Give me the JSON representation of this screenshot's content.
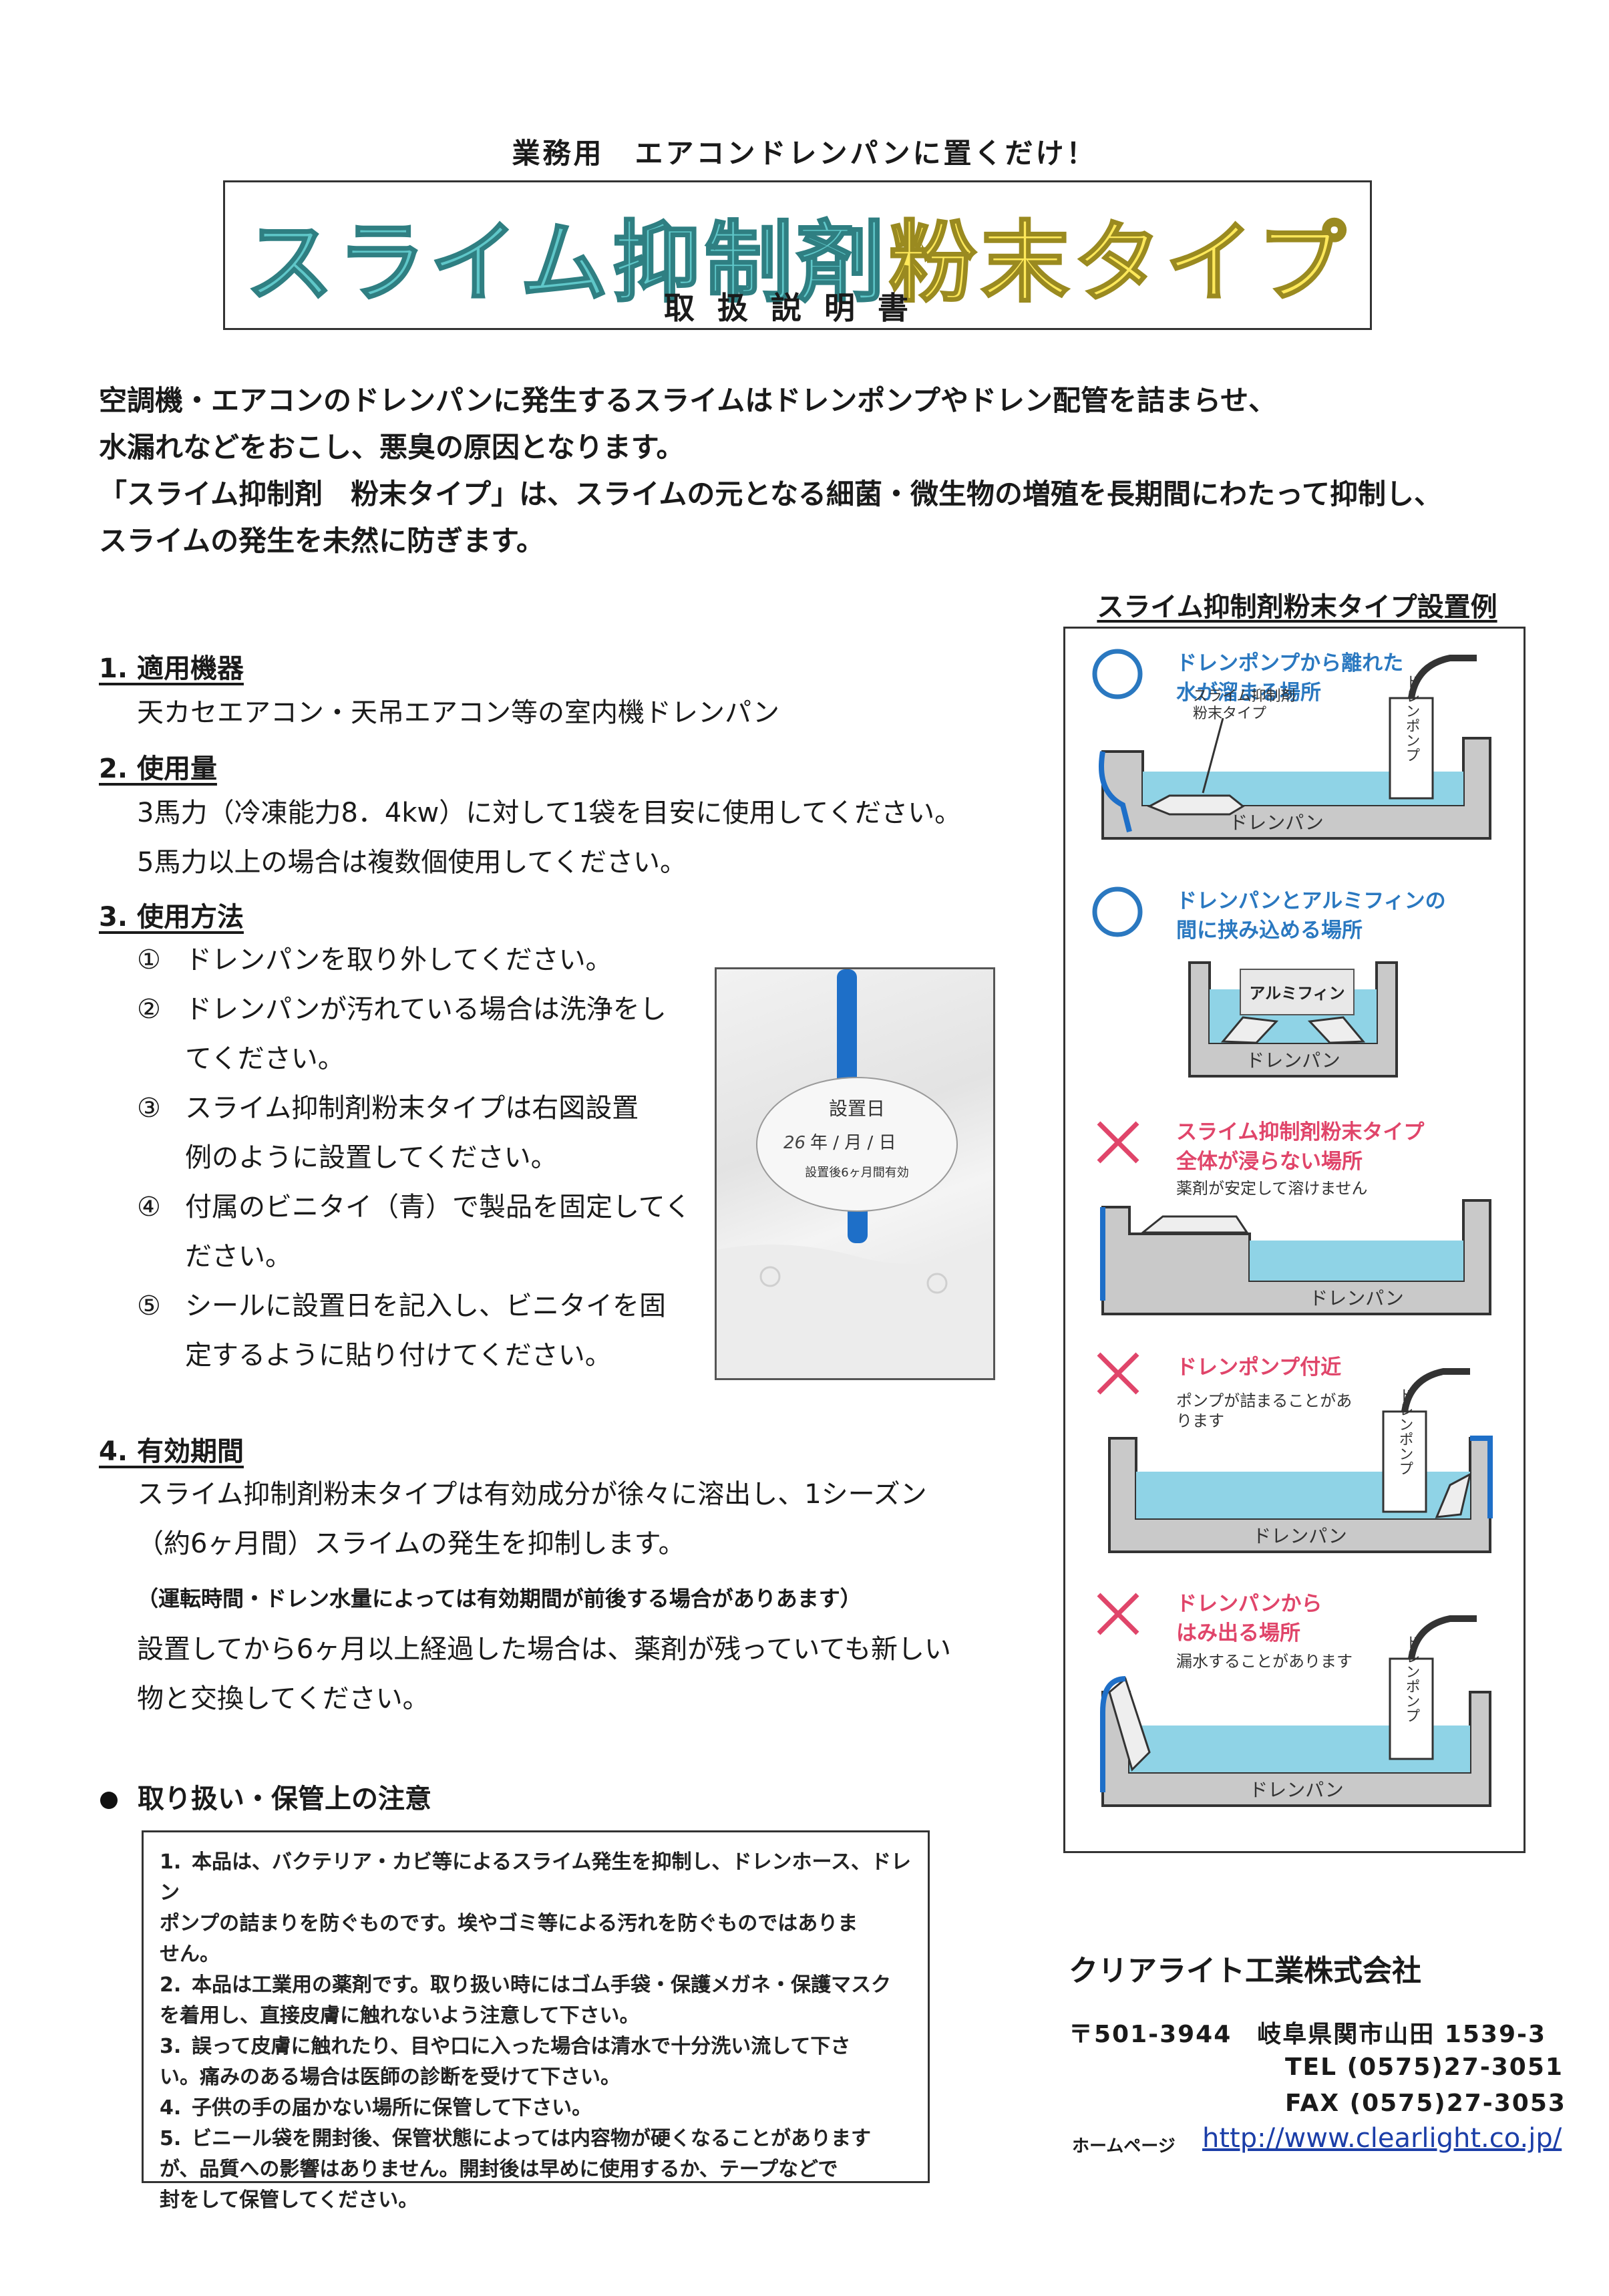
{
  "header": {
    "tagline": "業務用　エアコンドレンパンに置くだけ！",
    "title_part1": "スライム抑制剤",
    "title_part2": "粉末タイプ",
    "subtitle": "取扱説明書"
  },
  "intro": {
    "lines": [
      "空調機・エアコンのドレンパンに発生するスライムはドレンポンプやドレン配管を詰まらせ、",
      "水漏れなどをおこし、悪臭の原因となります。",
      "「スライム抑制剤　粉末タイプ」は、スライムの元となる細菌・微生物の増殖を長期間にわたって抑制し、",
      "スライムの発生を未然に防ぎます。"
    ]
  },
  "section1": {
    "heading": "1. 適用機器",
    "text": "天カセエアコン・天吊エアコン等の室内機ドレンパン"
  },
  "section2": {
    "heading": "2. 使用量",
    "lines": [
      "3馬力（冷凍能力8．4kw）に対して1袋を目安に使用してください。",
      "5馬力以上の場合は複数個使用してください。"
    ]
  },
  "section3": {
    "heading": "3. 使用方法",
    "steps": [
      {
        "num": "①",
        "lines": [
          "ドレンパンを取り外してください。"
        ]
      },
      {
        "num": "②",
        "lines": [
          "ドレンパンが汚れている場合は洗浄をし",
          "てください。"
        ]
      },
      {
        "num": "③",
        "lines": [
          "スライム抑制剤粉末タイプは右図設置",
          "例のように設置してください。"
        ]
      },
      {
        "num": "④",
        "lines": [
          "付属のビニタイ（青）で製品を固定してく",
          "ださい。"
        ]
      },
      {
        "num": "⑤",
        "lines": [
          "シールに設置日を記入し、ビニタイを固",
          "定するように貼り付けてください。"
        ]
      }
    ]
  },
  "photo": {
    "label": "設置日",
    "date_year": "26",
    "date_line": "年 / 月 / 日",
    "validity": "設置後6ヶ月間有効"
  },
  "section4": {
    "heading": "4. 有効期間",
    "lines": [
      "スライム抑制剤粉末タイプは有効成分が徐々に溶出し、1シーズン",
      "（約6ヶ月間）スライムの発生を抑制します。"
    ],
    "note": "（運転時間・ドレン水量によっては有効期間が前後する場合がありあます）",
    "lines2": [
      "設置してから6ヶ月以上経過した場合は、薬剤が残っていても新しい",
      "物と交換してください。"
    ]
  },
  "caution": {
    "heading": "取り扱い・保管上の注意",
    "items": [
      {
        "n": "1.",
        "lines": [
          "本品は、バクテリア・カビ等によるスライム発生を抑制し、ドレンホース、ドレン",
          "ポンプの詰まりを防ぐものです。埃やゴミ等による汚れを防ぐものではありま",
          "せん。"
        ]
      },
      {
        "n": "2.",
        "lines": [
          "本品は工業用の薬剤です。取り扱い時にはゴム手袋・保護メガネ・保護マスク",
          "を着用し、直接皮膚に触れないよう注意して下さい。"
        ]
      },
      {
        "n": "3.",
        "lines": [
          "誤って皮膚に触れたり、目や口に入った場合は清水で十分洗い流して下さ",
          "い。痛みのある場合は医師の診断を受けて下さい。"
        ]
      },
      {
        "n": "4.",
        "lines": [
          "子供の手の届かない場所に保管して下さい。"
        ]
      },
      {
        "n": "5.",
        "lines": [
          "ビニール袋を開封後、保管状態によっては内容物が硬くなることがあります",
          "が、品質への影響はありません。開封後は早めに使用するか、テープなどで",
          "封をして保管してください。"
        ]
      }
    ]
  },
  "diagram": {
    "title": "スライム抑制剤粉末タイプ設置例",
    "panels": [
      {
        "mark": "○",
        "label_lines": [
          "ドレンポンプから離れた",
          "水が溜まる場所"
        ],
        "product_label": [
          "スライム抑制剤",
          "粉末タイプ"
        ],
        "pan": "ドレンパン",
        "pump": "ドレンポンプ"
      },
      {
        "mark": "○",
        "label_lines": [
          "ドレンパンとアルミフィンの",
          "間に挟み込める場所"
        ],
        "fin": "アルミフィン",
        "pan": "ドレンパン"
      },
      {
        "mark": "×",
        "label_lines": [
          "スライム抑制剤粉末タイプ",
          "全体が浸らない場所"
        ],
        "sub": "薬剤が安定して溶けません",
        "pan": "ドレンパン"
      },
      {
        "mark": "×",
        "label_lines": [
          "ドレンポンプ付近"
        ],
        "sub": [
          "ポンプが詰まることがあ",
          "ります"
        ],
        "pan": "ドレンパン",
        "pump": "ドレンポンプ"
      },
      {
        "mark": "×",
        "label_lines": [
          "ドレンパンから",
          "はみ出る場所"
        ],
        "sub": "漏水することがあります",
        "pan": "ドレンパン",
        "pump": "ドレンポンプ"
      }
    ],
    "colors": {
      "water": "#8fd3e6",
      "pan": "#c9c9c9",
      "ok": "#2a78c0",
      "ng": "#e0456a",
      "tie": "#1e6fc8"
    }
  },
  "footer": {
    "company": "クリアライト工業株式会社",
    "address": "〒501-3944　岐阜県関市山田 1539-3",
    "tel": "TEL (0575)27-3051",
    "fax": "FAX (0575)27-3053",
    "hp_label": "ホームページ",
    "url": "http://www.clearlight.co.jp/"
  }
}
